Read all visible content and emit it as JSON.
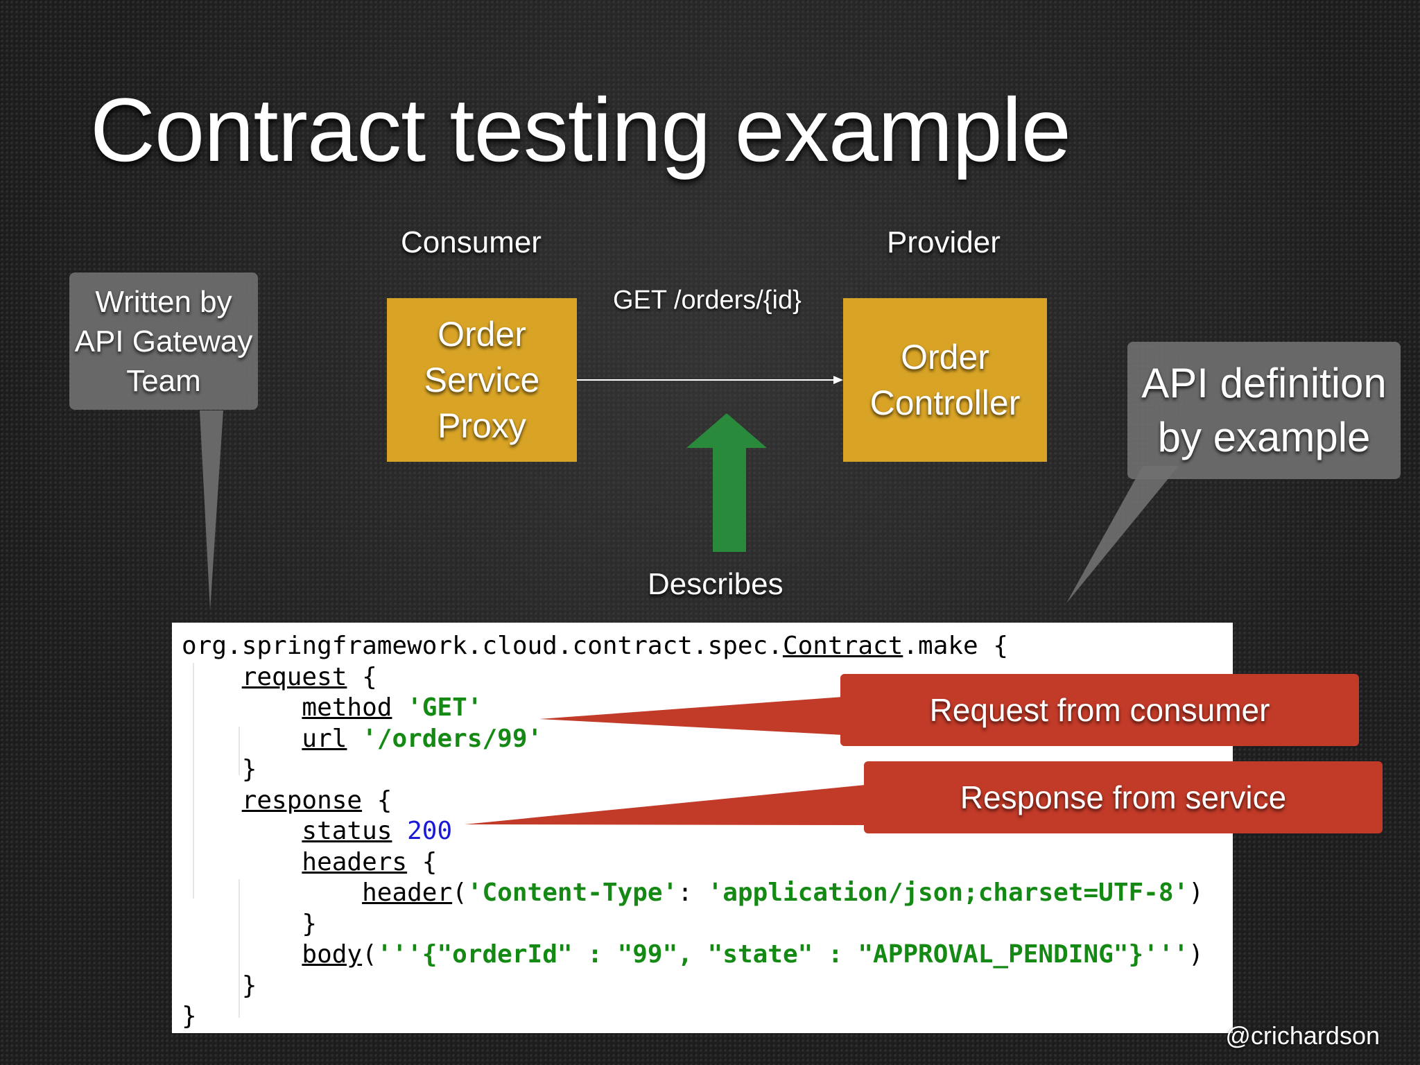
{
  "title": "Contract testing example",
  "consumer_label": "Consumer",
  "provider_label": "Provider",
  "consumer_box": [
    "Order",
    "Service",
    "Proxy"
  ],
  "provider_box": [
    "Order",
    "Controller"
  ],
  "request_arrow_label": "GET /orders/{id}",
  "describes_label": "Describes",
  "callout_written_by": [
    "Written by",
    "API Gateway",
    "Team"
  ],
  "callout_api_definition": [
    "API definition",
    "by example"
  ],
  "callout_request": "Request from consumer",
  "callout_response": "Response from service",
  "footer": "@crichardson",
  "code": {
    "line1": {
      "pre": "org.springframework.cloud.contract.spec.",
      "kw": "Contract",
      "post": ".make {"
    },
    "line2": {
      "kw": "request",
      "post": " {"
    },
    "line3": {
      "kw": "method",
      "str": "'GET'"
    },
    "line4": {
      "kw": "url",
      "str": "'/orders/99'"
    },
    "line5": "}",
    "line6": {
      "kw": "response",
      "post": " {"
    },
    "line7": {
      "kw": "status",
      "num": "200"
    },
    "line8": {
      "kw": "headers",
      "post": " {"
    },
    "line9": {
      "kw": "header",
      "open": "(",
      "str1": "'Content-Type'",
      "colon": ": ",
      "str2": "'application/json;charset=UTF-8'",
      "close": ")"
    },
    "line10": "}",
    "line11": {
      "kw": "body",
      "open": "(",
      "str": "'''{\"orderId\" : \"99\", \"state\" : \"APPROVAL_PENDING\"}'''",
      "close": ")"
    },
    "line12": "}",
    "line13": "}"
  },
  "colors": {
    "box_gold": "#d9a426",
    "callout_red": "#c23a28",
    "callout_grey": "#707070",
    "arrow_green": "#2a8a3c",
    "code_string": "#148a14",
    "code_number": "#1a1ad6"
  }
}
